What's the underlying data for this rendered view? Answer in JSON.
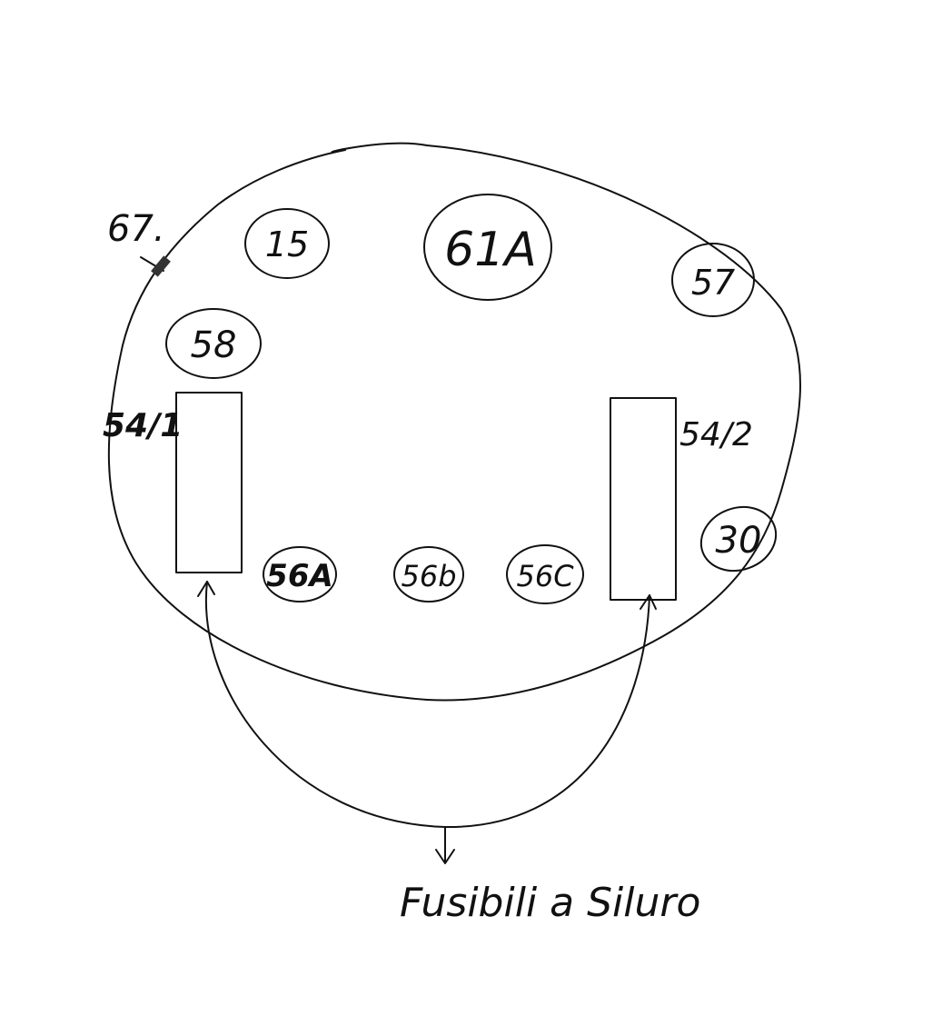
{
  "diagram": {
    "outer_label": "67.",
    "terminals": {
      "t15": "15",
      "t61a": "61A",
      "t57": "57",
      "t58": "58",
      "t30": "30",
      "t56a": "56A",
      "t56b": "56b",
      "t56c": "56C"
    },
    "fuse_left_label": "54/1",
    "fuse_right_label": "54/2",
    "caption": "Fusibili a Siluro"
  }
}
